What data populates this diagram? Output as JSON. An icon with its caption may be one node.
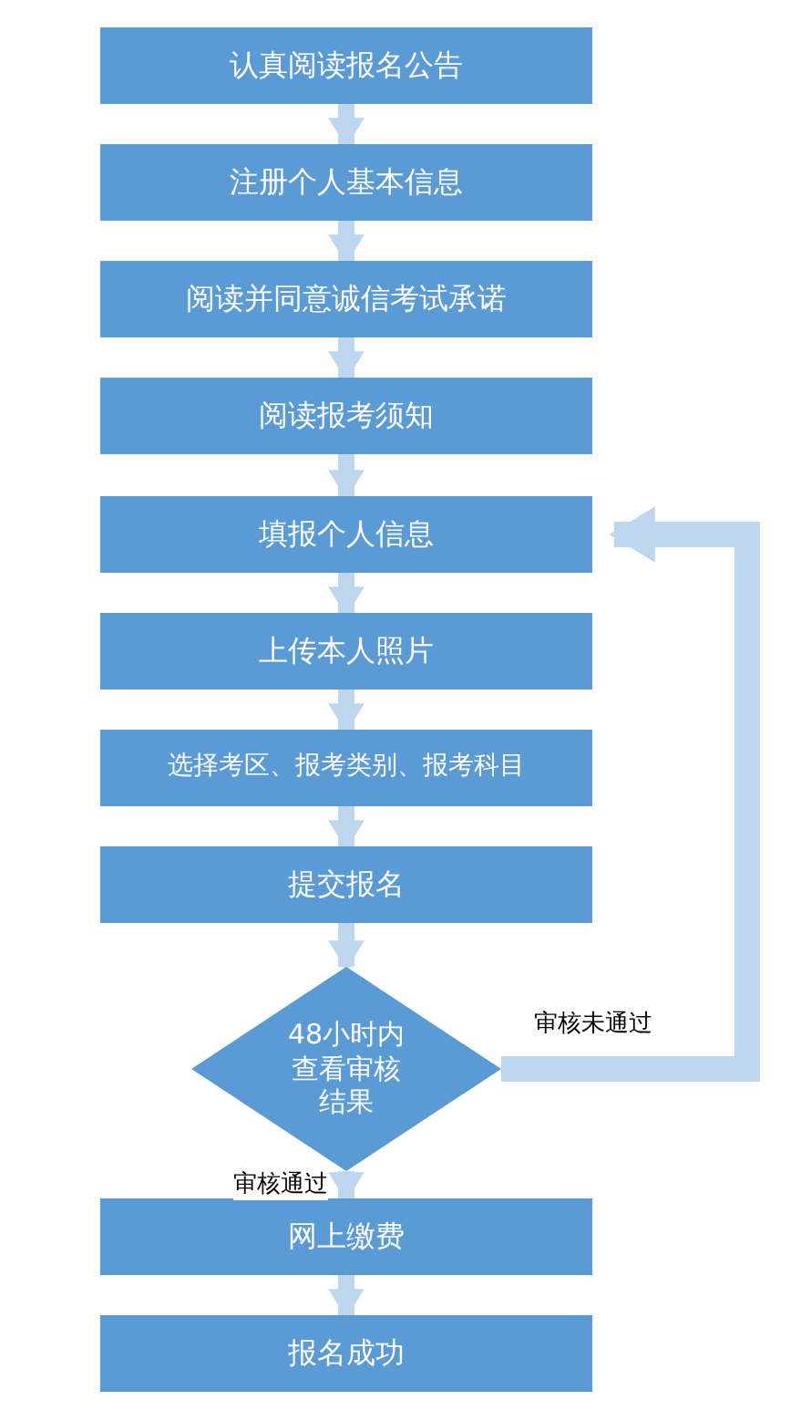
{
  "diagram": {
    "nodes": [
      {
        "text": [
          "认真阅读报名公告"
        ]
      },
      {
        "text": [
          "注册个人基本信息"
        ]
      },
      {
        "text": [
          "阅读并同意诚信考试承诺"
        ]
      },
      {
        "text": [
          "阅读报考须知"
        ]
      },
      {
        "text": [
          "填报个人信息"
        ]
      },
      {
        "text": [
          "上传本人照片"
        ]
      },
      {
        "text": [
          "选择考区、报考类别、报考科目"
        ]
      },
      {
        "text": [
          "提交报名"
        ]
      },
      {
        "text": [
          "48小时内查看审核结果"
        ]
      },
      {
        "text": [
          "网上缴费"
        ]
      },
      {
        "text": [
          "报名成功"
        ]
      }
    ],
    "edges": [
      {
        "from": 0,
        "to": 1,
        "arrow": "to"
      },
      {
        "from": 1,
        "to": 2,
        "arrow": "to"
      },
      {
        "from": 2,
        "to": 3,
        "arrow": "to"
      },
      {
        "from": 3,
        "to": 4,
        "arrow": "to"
      },
      {
        "from": 4,
        "to": 5,
        "arrow": "to"
      },
      {
        "from": 5,
        "to": 6,
        "arrow": "to"
      },
      {
        "from": 6,
        "to": 7,
        "arrow": "to"
      },
      {
        "from": 7,
        "to": 8,
        "arrow": "to"
      },
      {
        "from": 8,
        "to": 9,
        "arrow": "to",
        "label": "审核通过"
      },
      {
        "from": 8,
        "to": 4,
        "arrow": "to",
        "label": "审核未通过"
      },
      {
        "from": 9,
        "to": 10,
        "arrow": "to"
      }
    ]
  }
}
